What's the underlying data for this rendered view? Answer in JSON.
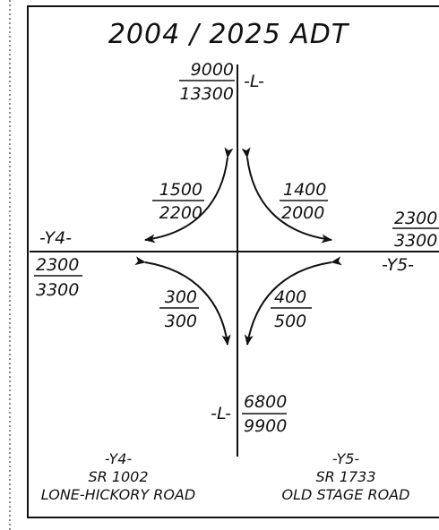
{
  "title": "2004 / 2025 ADT",
  "approaches": {
    "north": {
      "label": "-L-",
      "volume_2004": "9000",
      "volume_2025": "13300"
    },
    "south": {
      "label": "-L-",
      "volume_2004": "6800",
      "volume_2025": "9900"
    },
    "west": {
      "label": "-Y4-",
      "volume_2004": "2300",
      "volume_2025": "3300"
    },
    "east": {
      "label": "-Y5-",
      "volume_2004": "2300",
      "volume_2025": "3300"
    }
  },
  "turns": {
    "north_to_west": {
      "volume_2004": "1500",
      "volume_2025": "2200"
    },
    "north_to_east": {
      "volume_2004": "1400",
      "volume_2025": "2000"
    },
    "west_to_south": {
      "volume_2004": "300",
      "volume_2025": "300"
    },
    "east_to_south": {
      "volume_2004": "400",
      "volume_2025": "500"
    }
  },
  "roads": {
    "y4": {
      "label": "-Y4-",
      "route": "SR 1002",
      "name": "LONE-HICKORY ROAD"
    },
    "y5": {
      "label": "-Y5-",
      "route": "SR 1733",
      "name": "OLD STAGE ROAD"
    }
  },
  "colors": {
    "ink": "#111111",
    "paper": "#ffffff"
  }
}
